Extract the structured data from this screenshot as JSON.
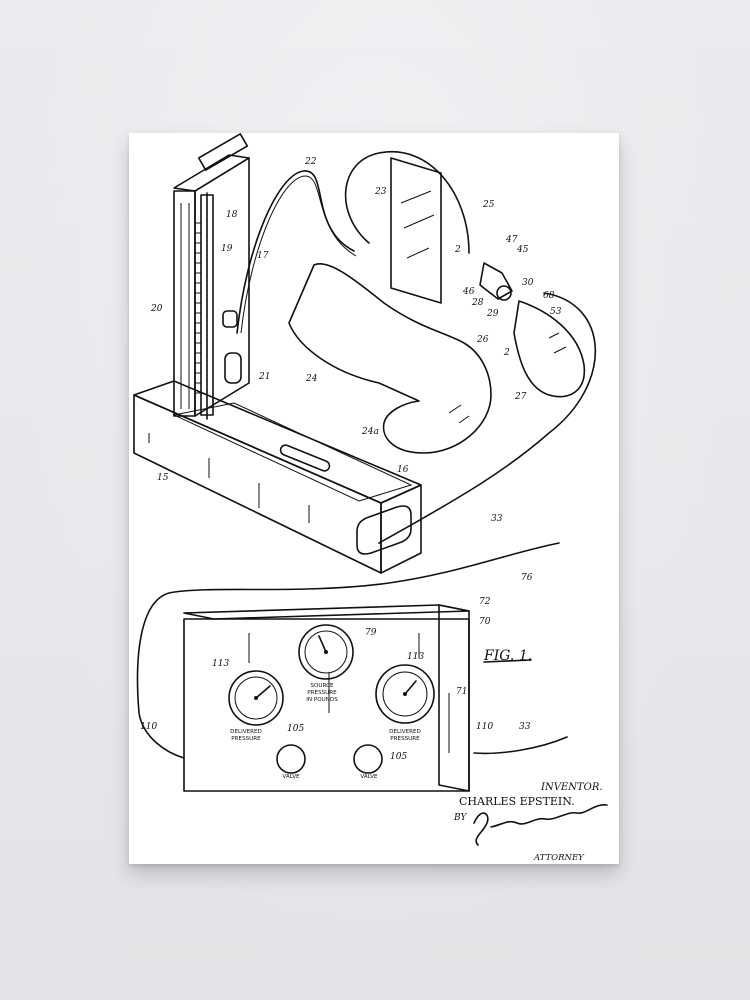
{
  "poster": {
    "subject": "patent-drawing-blood-pressure-apparatus",
    "ref_labels": {
      "n18": "18",
      "n19": "19",
      "n17": "17",
      "n20": "20",
      "n21": "21",
      "n22": "22",
      "n23": "23",
      "n25": "25",
      "n2a": "2",
      "n47": "47",
      "n45": "45",
      "n46": "46",
      "n28": "28",
      "n30": "30",
      "n68": "68",
      "n29": "29",
      "n53": "53",
      "n26": "26",
      "n2b": "2",
      "n27": "27",
      "n24": "24",
      "n24a": "24a",
      "n15": "15",
      "n16": "16",
      "n33a": "33",
      "n76": "76",
      "n72": "72",
      "n70": "70",
      "n71": "71",
      "n113a": "113",
      "n79": "79",
      "n113b": "113",
      "n105a": "105",
      "n105b": "105",
      "n110a": "110",
      "n110b": "110",
      "n33b": "33"
    },
    "figure_label": "FIG. 1.",
    "panel": {
      "gauge_left_caption": [
        "DELIVERED",
        "PRESSURE"
      ],
      "gauge_mid_caption": [
        "SOURCE",
        "PRESSURE",
        "IN POUNDS"
      ],
      "gauge_right_caption": [
        "DELIVERED",
        "PRESSURE"
      ],
      "valve_left": "VALVE",
      "valve_right": "VALVE"
    },
    "inventor_heading": "INVENTOR.",
    "inventor_name": "CHARLES EPSTEIN.",
    "by_label": "BY",
    "attorney_label": "ATTORNEY"
  }
}
